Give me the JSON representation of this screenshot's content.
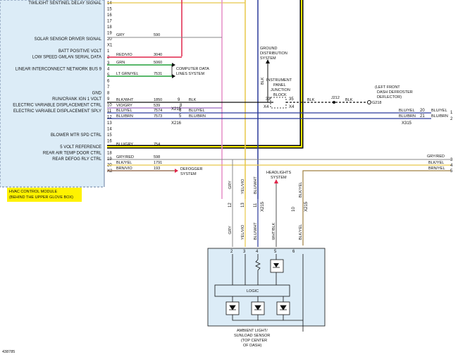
{
  "module": {
    "name_line1": "HVAC CONTROL MODULE",
    "name_line2": "(BEHIND THE UPPER GLOVE BOX)",
    "signals": [
      {
        "label": "TWILIGHT SENTINEL DELAY SIGNAL",
        "pin": "14"
      },
      {
        "label": "",
        "pin": "15"
      },
      {
        "label": "",
        "pin": "16"
      },
      {
        "label": "",
        "pin": "17"
      },
      {
        "label": "",
        "pin": "18"
      },
      {
        "label": "",
        "pin": "19"
      },
      {
        "label": "SOLAR SENSOR DRIVER SIGNAL",
        "pin": "20"
      },
      {
        "label": "",
        "pin": "X1"
      },
      {
        "label": "BATT POSITIVE VOLT",
        "pin": "1"
      },
      {
        "label": "LOW SPEED GMLAN SERIAL DATA",
        "pin": "2"
      },
      {
        "label": "",
        "pin": "3"
      },
      {
        "label": "LINEAR INTERCONNECT NETWORK BUS 9",
        "pin": "4"
      },
      {
        "label": "",
        "pin": "5"
      },
      {
        "label": "",
        "pin": "6"
      },
      {
        "label": "",
        "pin": "7"
      },
      {
        "label": "GND",
        "pin": "8"
      },
      {
        "label": "RUN/CRANK IGN 1 VOLT",
        "pin": "9"
      },
      {
        "label": "ELECTRIC VARIABLE DISPLACEMENT CTRL",
        "pin": "10"
      },
      {
        "label": "ELECTRIC VARIABLE DISPLACEMENT SPLY",
        "pin": "11"
      },
      {
        "label": "",
        "pin": "12"
      },
      {
        "label": "",
        "pin": "13"
      },
      {
        "label": "",
        "pin": "14"
      },
      {
        "label": "BLOWER MTR SPD CTRL",
        "pin": "15"
      },
      {
        "label": "",
        "pin": "16"
      },
      {
        "label": "5 VOLT REFERENCE",
        "pin": "17"
      },
      {
        "label": "REAR AIR TEMP DOOR CTRL",
        "pin": "18"
      },
      {
        "label": "REAR DEFOG RLY CTRL",
        "pin": "19"
      },
      {
        "label": "",
        "pin": "20"
      },
      {
        "label": "",
        "pin": "X2"
      }
    ]
  },
  "wires": {
    "w20": {
      "color": "GRY",
      "circuit": "590"
    },
    "w1": {
      "color": "RED/VIO",
      "circuit": "3040"
    },
    "w2": {
      "color": "GRN",
      "circuit": "5060"
    },
    "w4": {
      "color": "LT GRN/YEL",
      "circuit": "7531"
    },
    "w8": {
      "color": "BLK/WHT",
      "circuit": "1850"
    },
    "w9": {
      "color": "VIO/GRY",
      "circuit": "539"
    },
    "w10": {
      "color": "BLU/YEL",
      "circuit": "7574"
    },
    "w11": {
      "color": "BLU/BRN",
      "circuit": "7573"
    },
    "w15": {
      "color": "BLU/GRY",
      "circuit": "754"
    },
    "w17": {
      "color": "GRY/RED",
      "circuit": "598"
    },
    "w18": {
      "color": "BLK/YEL",
      "circuit": "1791"
    },
    "w19": {
      "color": "BRN/VIO",
      "circuit": "193"
    }
  },
  "labels": {
    "computer_data_1": "COMPUTER DATA",
    "computer_data_2": "LINES SYSTEM",
    "defogger_1": "DEFOGGER",
    "defogger_2": "SYSTEM",
    "ground_1": "GROUND",
    "ground_2": "DISTRIBUTION",
    "ground_3": "SYSTEM",
    "ipjb_1": "INSTRUMENT",
    "ipjb_2": "PANEL",
    "ipjb_3": "JUNCTION",
    "ipjb_4": "BLOCK",
    "defroster_1": "(LEFT FRONT",
    "defroster_2": "DASH DEFROSTER",
    "defroster_3": "DEFLECTOR)",
    "g218": "G218",
    "j212": "J212",
    "headlights_1": "HEADLIGHTS",
    "headlights_2": "SYSTEM",
    "blk": "BLK",
    "logic": "LOGIC",
    "sensor_1": "AMBIENT LIGHT/",
    "sensor_2": "SUNLOAD SENSOR",
    "sensor_3": "(TOP CENTER",
    "sensor_4": "OF DASH)",
    "figure_id": "438785"
  },
  "connectors": {
    "x215": "X215",
    "x216": "X216",
    "x4": "X4",
    "x315": "X315",
    "ipjb_pin_left": "33",
    "ipjb_pin_right": "35",
    "x215_pin_gnd": "9",
    "x215_pin_ign": "8",
    "x216_pin_10": "6",
    "x216_pin_11": "5",
    "x315_pin_10": "20",
    "x315_pin_11": "21",
    "edge_1": "1",
    "edge_2": "2",
    "edge_3": "3",
    "edge_4": "4",
    "edge_5": "5"
  },
  "right_wires": [
    {
      "color": "BLU/YEL"
    },
    {
      "color": "BLU/BRN"
    },
    {
      "color": "GRY/RED"
    },
    {
      "color": "BLK/YEL"
    },
    {
      "color": "BRN/YEL"
    }
  ],
  "vertical_wires": [
    {
      "color": "GRY",
      "top_pin": "12",
      "bottom_pin": "2"
    },
    {
      "color": "YEL/VIO",
      "top_pin": "13",
      "bottom_pin": "3"
    },
    {
      "color": "BLU/WHT",
      "top_pin": "11",
      "bottom_pin": "4"
    },
    {
      "color": "WHT/BLK",
      "top_pin": "",
      "bottom_pin": "5"
    },
    {
      "color": "BLK/YEL",
      "top_pin": "10",
      "bottom_pin": "6"
    }
  ],
  "theme": {
    "highlight": "#fff200",
    "module_fill": "#dcecf7",
    "red": "#e0264a",
    "green": "#22a13a",
    "yellow": "#e8c84a",
    "blue": "#2a3a9a",
    "pink": "#e58ec7",
    "black": "#000000"
  }
}
